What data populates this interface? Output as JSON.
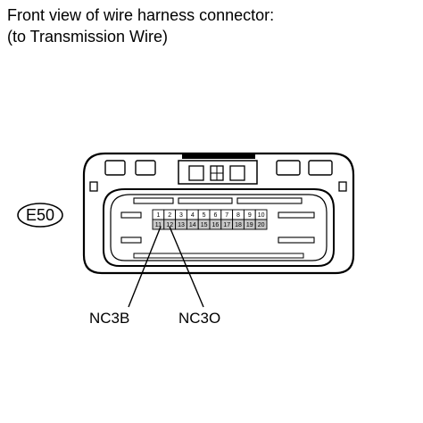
{
  "title": {
    "line1": "Front view of wire harness connector:",
    "line2": "(to Transmission Wire)"
  },
  "connector": {
    "code": "E50",
    "pins_row1": [
      "1",
      "2",
      "3",
      "4",
      "5",
      "6",
      "7",
      "8",
      "9",
      "10"
    ],
    "pins_row2": [
      "11",
      "12",
      "13",
      "14",
      "15",
      "16",
      "17",
      "18",
      "19",
      "20"
    ],
    "shaded_row": 2
  },
  "callouts": [
    {
      "label": "NC3B",
      "pin": "11"
    },
    {
      "label": "NC3O",
      "pin": "12"
    }
  ]
}
